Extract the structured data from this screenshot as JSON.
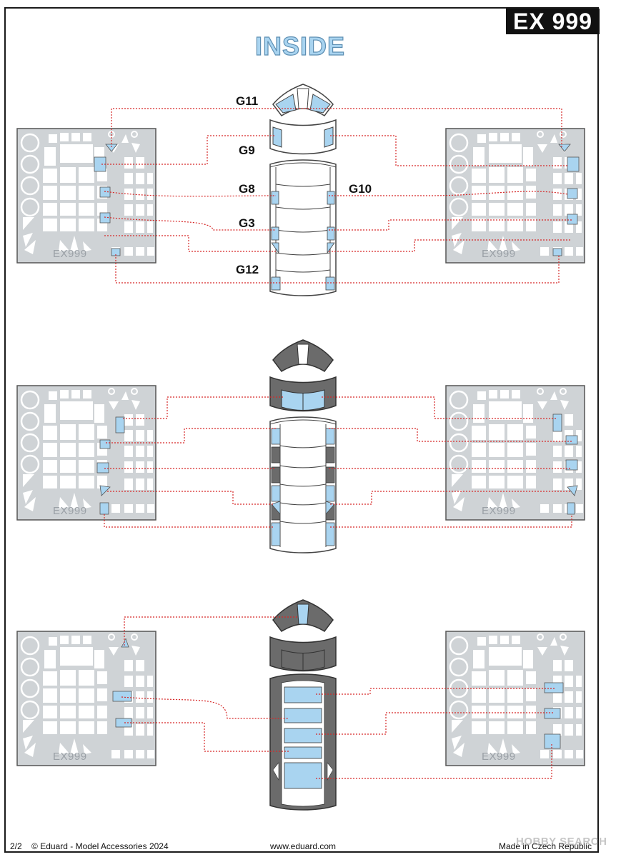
{
  "header": {
    "product_code": "EX 999",
    "section_title": "INSIDE"
  },
  "part_labels": {
    "g11": "G11",
    "g9": "G9",
    "g8": "G8",
    "g10": "G10",
    "g3": "G3",
    "g12": "G12"
  },
  "fret_code": "EX999",
  "footer": {
    "page": "2/2",
    "copyright": "© Eduard - Model Accessories 2024",
    "website": "www.eduard.com",
    "origin": "Made in Czech Republic"
  },
  "watermark": "HOBBY SEARCH",
  "colors": {
    "mask_blue": "#a9d4f0",
    "leader_red": "#d62828",
    "fret_grey": "#cfd3d6",
    "frame_dark": "#4a4a4a",
    "painted_grey": "#6b6b6b"
  }
}
